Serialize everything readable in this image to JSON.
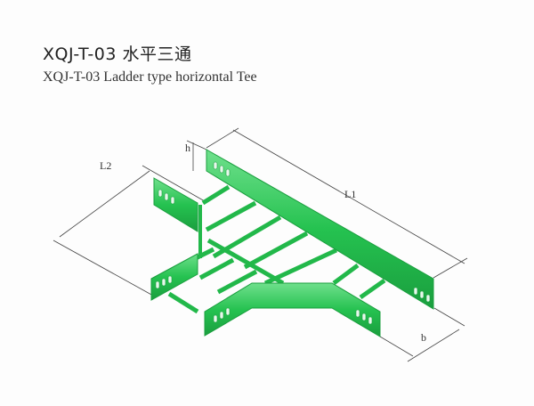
{
  "title_cn": "XQJ-T-03 水平三通",
  "title_en": "XQJ-T-03  Ladder type horizontal Tee",
  "dimensions": {
    "l1": "L1",
    "l2": "L2",
    "h": "h",
    "b": "b"
  },
  "colors": {
    "tray": "#2ec95a",
    "tray_dark": "#1a9e3e",
    "line": "#444444"
  }
}
